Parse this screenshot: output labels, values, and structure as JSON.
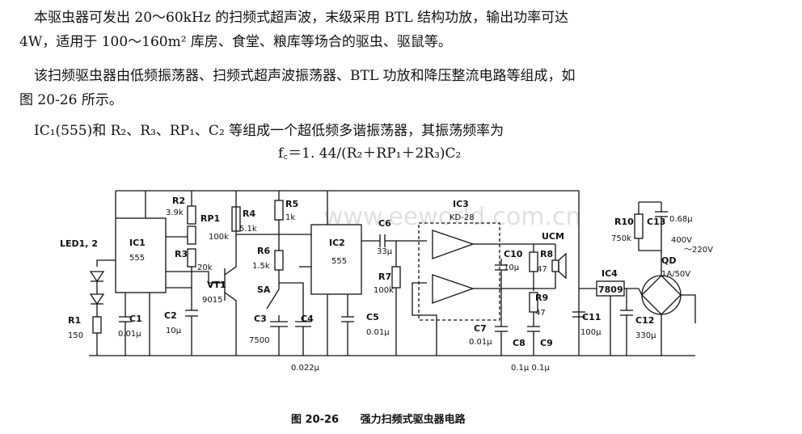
{
  "text": {
    "p1_line1": "本驱虫器可发出 20～60kHz 的扫频式超声波，末级采用 BTL 结构功放，输出功率可达",
    "p1_line2": "4W，适用于 100～160m² 库房、食堂、粮库等场合的驱虫、驱鼠等。",
    "p2_line1": "该扫频驱虫器由低频振荡器、扫频式超声波振荡器、BTL 功放和降压整流电路等组成，如",
    "p2_line2": "图 20-26 所示。",
    "p3_line1": "IC₁(555)和 R₂、R₃、RP₁、C₂ 等组成一个超低频多谐振荡器，其振荡频率为",
    "formula": "f꜀＝1. 44/(R₂＋RP₁＋2R₃)C₂"
  },
  "caption": {
    "number": "图 20-26",
    "title": "强力扫频式驱虫器电路"
  },
  "watermark": "www.eeworld.com.cn",
  "circuit_labels": {
    "led": "LED1, 2",
    "r1": "R1",
    "r1v": "150",
    "ic1": "IC1",
    "ic1t": "555",
    "c1": "C1",
    "c1v": "0.01μ",
    "c2": "C2",
    "c2v": "10μ",
    "r2": "R2",
    "r2v": "3.9k",
    "rp1": "RP1",
    "rp1v": "100k",
    "r3": "R3",
    "r3v": "20k",
    "vt1": "VT1",
    "vt1v": "9015",
    "r4": "R4",
    "r4v": "5.1k",
    "r5": "R5",
    "r5v": "1k",
    "r6": "R6",
    "r6v": "1.5k",
    "sa": "SA",
    "c3": "C3",
    "c3v": "7500",
    "c4": "C4",
    "c4v": "0.022μ",
    "ic2": "IC2",
    "ic2t": "555",
    "c5": "C5",
    "c5v": "0.01μ",
    "c6": "C6",
    "c6v": "33μ",
    "r7": "R7",
    "r7v": "100k",
    "ic3": "IC3",
    "ic3t": "KD-28",
    "c7": "C7",
    "c7v": "0.01μ",
    "c10": "C10",
    "c10v": "10μ",
    "r8": "R8",
    "r8v": "47",
    "r9": "R9",
    "r9v": "47",
    "c8": "C8",
    "c9": "C9",
    "c89v": "0.1μ  0.1μ",
    "ucm": "UCM",
    "c11": "C11",
    "c11v": "100μ",
    "ic4": "IC4",
    "ic4t": "7809",
    "c12": "C12",
    "c12v": "330μ",
    "r10": "R10",
    "r10v": "750k",
    "c13": "C13",
    "c13v": "0.68μ",
    "v400": "400V",
    "v220": "～220V",
    "qd": "QD",
    "qdv": "1A/50V"
  }
}
